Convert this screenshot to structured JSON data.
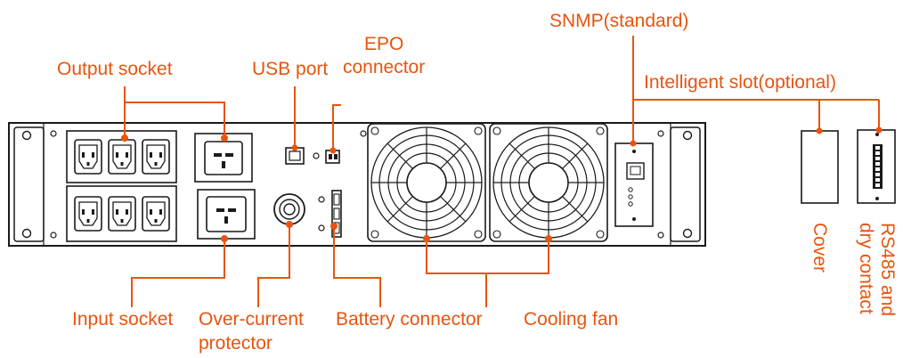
{
  "labels": {
    "output_socket": "Output socket",
    "usb_port": "USB port",
    "epo_connector_line1": "EPO",
    "epo_connector_line2": "connector",
    "snmp": "SNMP(standard)",
    "intelligent_slot": "Intelligent slot(optional)",
    "input_socket": "Input socket",
    "over_current_line1": "Over-current",
    "over_current_line2": "protector",
    "battery_connector": "Battery connector",
    "cooling_fan": "Cooling fan",
    "cover": "Cover",
    "rs485_line1": "RS485 and",
    "rs485_line2": "dry contact"
  },
  "colors": {
    "accent": "#e8540f",
    "outline": "#1a1a1a",
    "panel": "#ffffff"
  }
}
